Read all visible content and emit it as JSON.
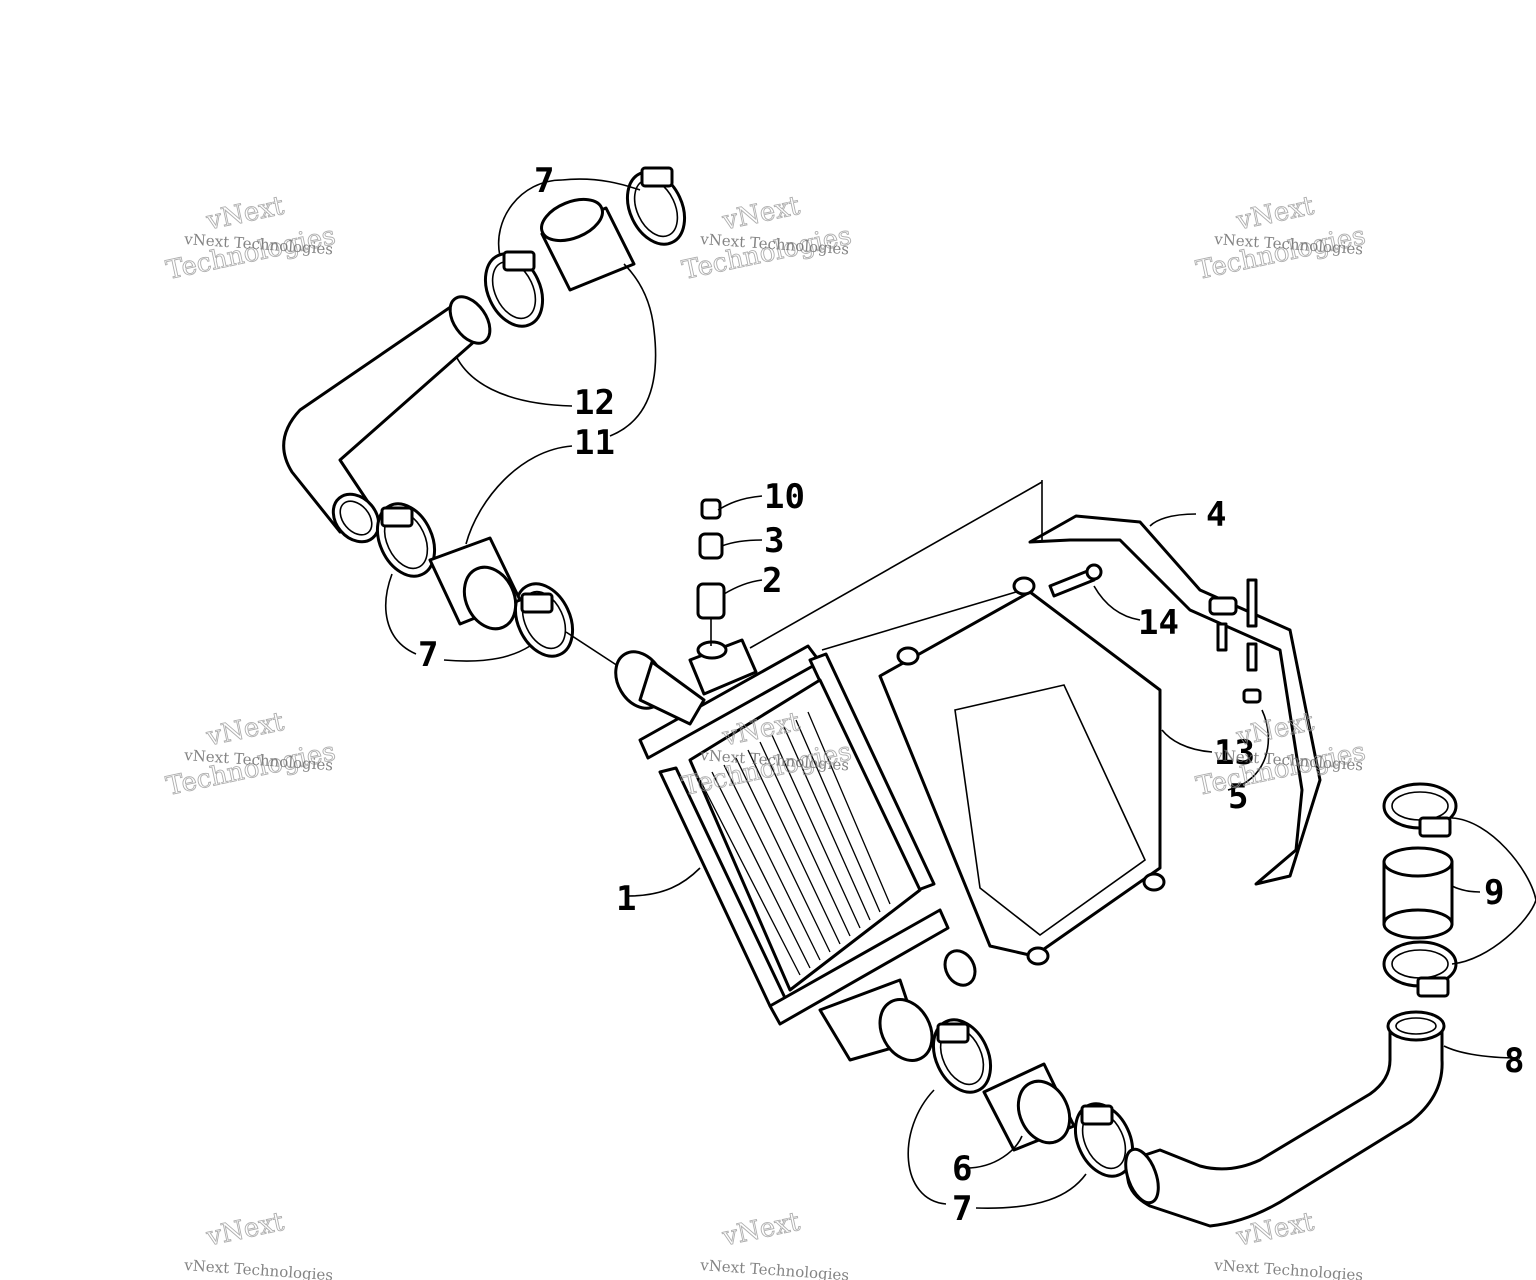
{
  "diagram": {
    "callouts": {
      "c1": "1",
      "c2": "2",
      "c3": "3",
      "c4": "4",
      "c5": "5",
      "c6": "6",
      "c7a": "7",
      "c7b": "7",
      "c7c": "7",
      "c8": "8",
      "c9": "9",
      "c10": "10",
      "c11": "11",
      "c12": "12",
      "c13": "13",
      "c14": "14"
    },
    "watermark": {
      "small": "vNext Technologies",
      "large_top": "vNext",
      "large_bottom": "Technologies"
    },
    "colors": {
      "line": "#000000",
      "background": "#ffffff",
      "watermark": "#9a9a9a"
    }
  }
}
